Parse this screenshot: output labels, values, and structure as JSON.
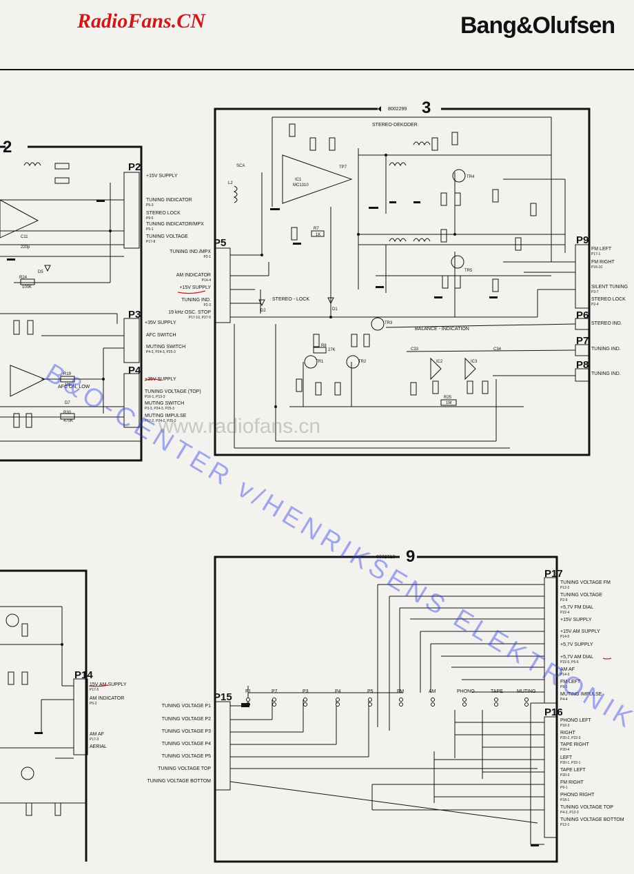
{
  "header": {
    "site": "RadioFans.CN",
    "brand": "Bang&Olufsen"
  },
  "board3": {
    "number": "3",
    "part": "8002299",
    "stereo_dekoder": "STEREO-DEKODER",
    "stereo_lock": "STEREO - LOCK",
    "balance": "BALANCE - INDICATION",
    "ic1": "IC1",
    "ic1_type": "MC1310"
  },
  "board9": {
    "number": "9",
    "part": "8002313"
  },
  "board2": {
    "number": "2"
  },
  "p2": {
    "name": "P2",
    "items": [
      {
        "label": "+15V SUPPLY",
        "sub": ""
      },
      {
        "label": "TUNING INDICATOR",
        "sub": "P5-3"
      },
      {
        "label": "STEREO LOCK",
        "sub": "P9-5"
      },
      {
        "label": "TUNING INDICATOR/MPX",
        "sub": "P5-1"
      },
      {
        "label": "TUNING VOLTAGE",
        "sub": "P17-8"
      }
    ]
  },
  "p3": {
    "name": "P3",
    "items": [
      {
        "label": "+35V SUPPLY",
        "sub": ""
      },
      {
        "label": "AFC SWITCH",
        "sub": ""
      },
      {
        "label": "MUTING SWITCH",
        "sub": "P4-3, P24-3, P25-3"
      }
    ]
  },
  "p4": {
    "name": "P4",
    "items": [
      {
        "label": "+35V SUPPLY",
        "sub": ""
      },
      {
        "label": "TUNING VOLTAGE (TOP)",
        "sub": "P16-1, P13-3"
      },
      {
        "label": "MUTING SWITCH",
        "sub": "P3-3, P24-3, P25-3"
      },
      {
        "label": "MUTING IMPULSE",
        "sub": "P17-2, P24-2, P25-2"
      }
    ]
  },
  "p5": {
    "name": "P5",
    "items": [
      {
        "label": "TUNING IND./MPX",
        "sub": "P2-1"
      },
      {
        "label": "AM INDICATOR",
        "sub": "P14-4"
      },
      {
        "label": "+15V SUPPLY",
        "sub": ""
      },
      {
        "label": "TUNING IND.",
        "sub": "P2-3"
      },
      {
        "label": "19 kHz OSC. STOP",
        "sub": "P17-10, P27-5"
      }
    ]
  },
  "p9": {
    "name": "P9",
    "items": [
      {
        "label": "FM LEFT",
        "sub": "P17-1"
      },
      {
        "label": "FM RIGHT",
        "sub": "P16-10"
      },
      {
        "label": "SILENT TUNING",
        "sub": "P3-7"
      },
      {
        "label": "STEREO LOCK",
        "sub": "P2-4"
      }
    ]
  },
  "p6": {
    "name": "P6",
    "label": "STEREO IND."
  },
  "p7": {
    "name": "P7",
    "label": "TUNING IND."
  },
  "p8": {
    "name": "P8",
    "label": "TUNING IND."
  },
  "p14": {
    "name": "P14",
    "items": [
      {
        "label": "15V AM SUPPLY",
        "sub": "P17-5"
      },
      {
        "label": "AM INDICATOR",
        "sub": "P5-2"
      },
      {
        "label": "AM AF",
        "sub": "P17-3"
      },
      {
        "label": "AERIAL",
        "sub": ""
      }
    ]
  },
  "p15": {
    "name": "P15",
    "items": [
      "TUNING VOLTAGE P1",
      "TUNING VOLTAGE P2",
      "TUNING VOLTAGE P3",
      "TUNING VOLTAGE P4",
      "TUNING VOLTAGE P5",
      "TUNING VOLTAGE TOP",
      "TUNING VOLTAGE BOTTOM"
    ]
  },
  "p17": {
    "name": "P17",
    "items": [
      {
        "label": "TUNING VOLTAGE FM",
        "sub": "P12-2"
      },
      {
        "label": "TUNING VOLTAGE",
        "sub": "P2-6"
      },
      {
        "label": "+5,7V FM DIAL",
        "sub": "P22-4"
      },
      {
        "label": "+15V SUPPLY",
        "sub": ""
      },
      {
        "label": "+15V AM SUPPLY",
        "sub": "P14-5"
      },
      {
        "label": "+5,7V SUPPLY",
        "sub": ""
      },
      {
        "label": "+5,7V AM DIAL",
        "sub": "P22-5, P5-6"
      },
      {
        "label": "AM AF",
        "sub": "P14-3"
      },
      {
        "label": "FM LEFT",
        "sub": "P9-1"
      },
      {
        "label": "MUTING IMPULSE",
        "sub": "P4-4"
      }
    ]
  },
  "p16": {
    "name": "P16",
    "items": [
      {
        "label": "PHONO LEFT",
        "sub": "P18-3"
      },
      {
        "label": "RIGHT",
        "sub": "P20-2, P22-3"
      },
      {
        "label": "TAPE RIGHT",
        "sub": "P20-4"
      },
      {
        "label": "LEFT",
        "sub": "P20-1, P22-1"
      },
      {
        "label": "TAPE LEFT",
        "sub": "P20-3"
      },
      {
        "label": "FM RIGHT",
        "sub": "P9-1"
      },
      {
        "label": "PHONO RIGHT",
        "sub": "P18-1"
      },
      {
        "label": "TUNING VOLTAGE TOP",
        "sub": "P4-2, P12-3"
      },
      {
        "label": "TUNING VOLTAGE BOTTOM",
        "sub": "P12-1"
      }
    ]
  },
  "switches": [
    "P1",
    "P7",
    "P3",
    "P4",
    "P5",
    "FM",
    "AM",
    "PHONO",
    "TAPE",
    "MUTING"
  ],
  "components": {
    "r24": "R24",
    "r24v": "100K",
    "r19": "R19",
    "r19v": "1M",
    "r30": "R30",
    "r30v": "470K",
    "afc": "AFC ON, LOW",
    "d5": "D5",
    "d7": "D7",
    "d1": "D1",
    "d2": "D2",
    "tr1": "TR1",
    "tr2": "TR2",
    "tr3": "TR3",
    "tr4": "TR4",
    "tr5": "TR5",
    "ic2": "IC2",
    "ic3": "IC3",
    "r7": "R7",
    "r7v": "1K",
    "r8": "R8",
    "r8v": "27K",
    "r25": "R25",
    "r25v": "1M",
    "c11": "C11",
    "c11v": "220p",
    "tp7": "TP7",
    "l2": "L2",
    "sca": "SCA",
    "c33": "C33",
    "c34": "C34"
  },
  "watermark": {
    "text": "B&O-CENTER v/HENRIKSENS ELEKTRONIK",
    "faint": "www.radiofans.cn"
  }
}
